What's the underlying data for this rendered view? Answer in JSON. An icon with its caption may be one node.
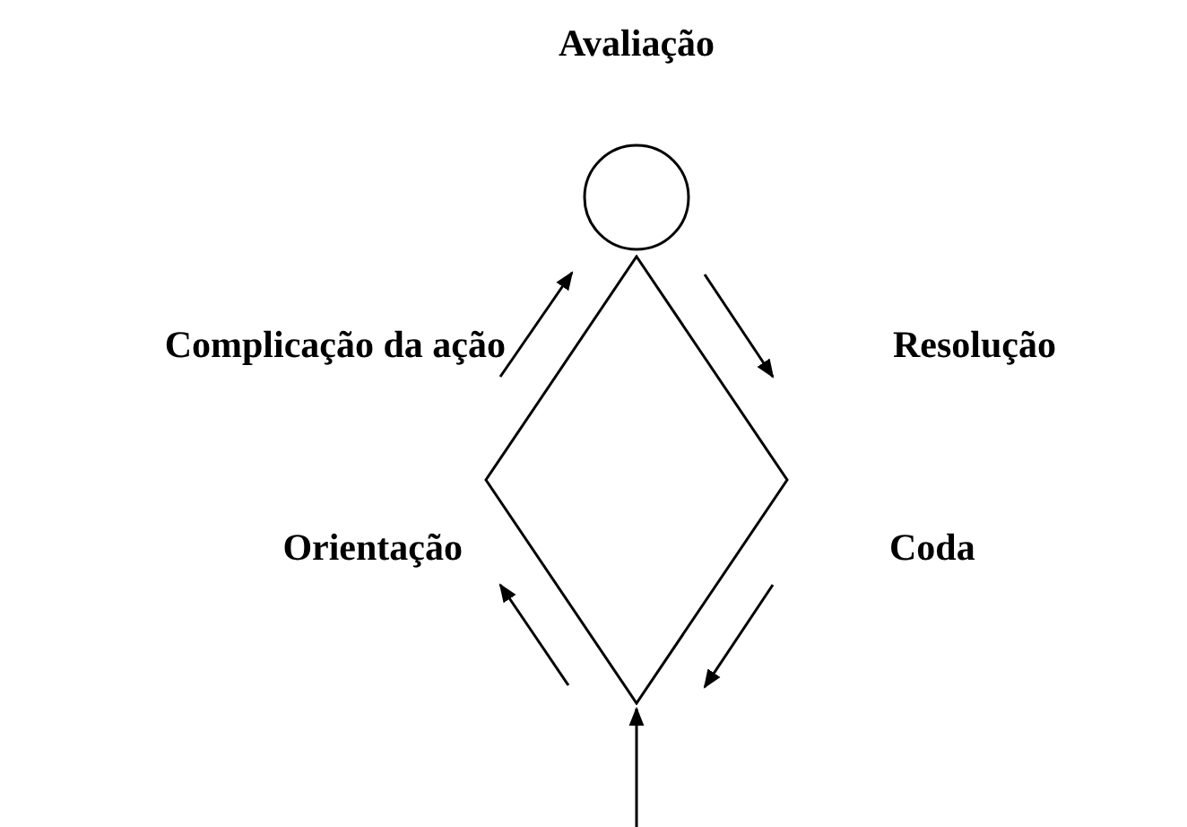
{
  "diagram": {
    "nodes": [
      {
        "text": [],
        "shape": "circle",
        "beside": [
          "Avaliação"
        ]
      },
      {
        "text": [],
        "shape": "diamond"
      }
    ],
    "edges": [
      {
        "from": null,
        "to": 1,
        "arrow": "to"
      }
    ],
    "labels": [
      "Complicação da ação",
      "Resolução",
      "Orientação",
      "Coda"
    ]
  }
}
